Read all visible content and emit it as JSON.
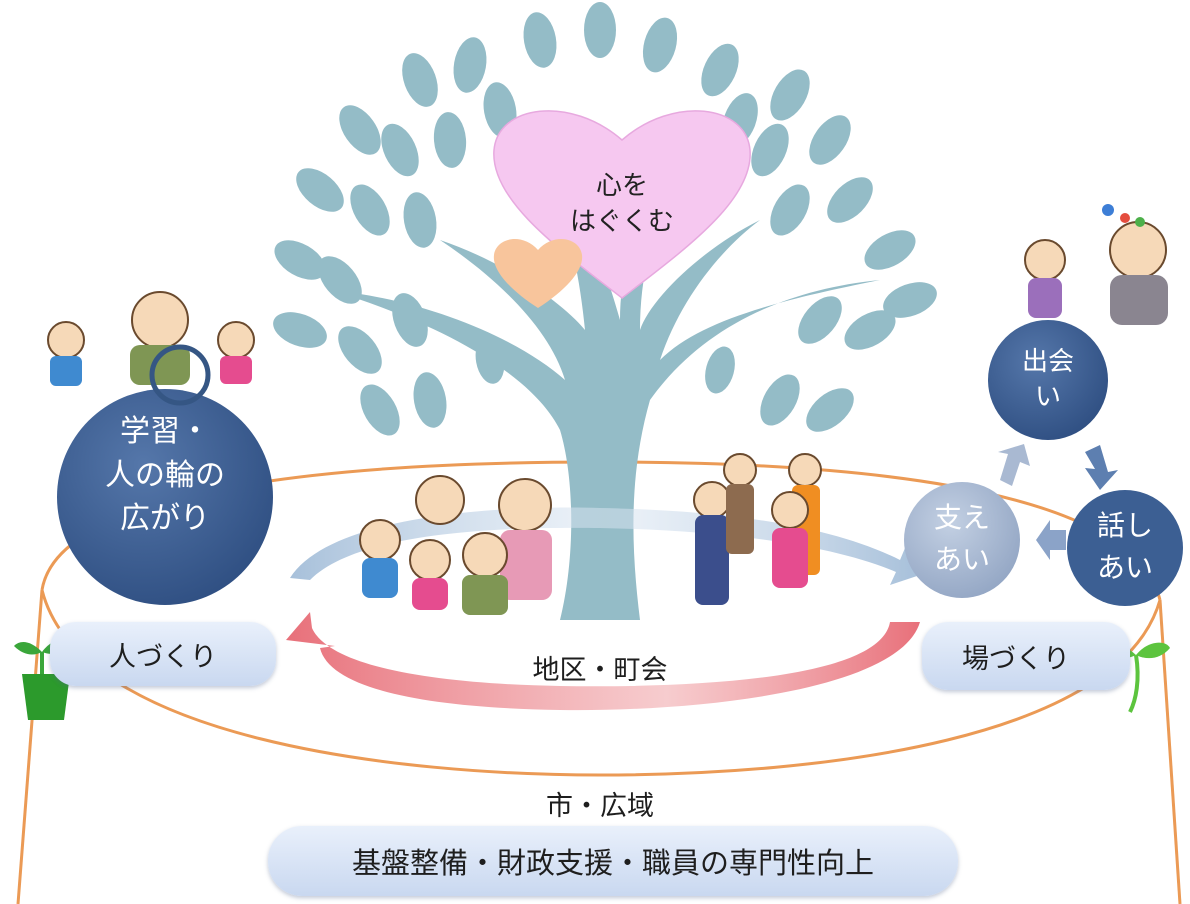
{
  "heart_label": [
    "心を",
    "はぐくむ"
  ],
  "left_circle": {
    "lines": [
      "学習・",
      "人の輪の",
      "広がり"
    ]
  },
  "right_cycle": {
    "meet": [
      "出会",
      "い"
    ],
    "talk": [
      "話し",
      "あい"
    ],
    "support": [
      "支え",
      "あい"
    ]
  },
  "left_pill": "人づくり",
  "right_pill": "場づくり",
  "district_label": "地区・町会",
  "city_label": "市・広域",
  "bottom_pill": "基盤整備・財政支援・職員の専門性向上",
  "colors": {
    "tree": "#94bcc7",
    "heart_big": "#f6c8f0",
    "heart_small": "#f8c59c",
    "circle_dark": "#3c5f93",
    "circle_light": "#a9b9d2",
    "ring": "#eb9a55",
    "arrow_red": "#ec8e93",
    "arrow_blue": "#a7c0da"
  }
}
